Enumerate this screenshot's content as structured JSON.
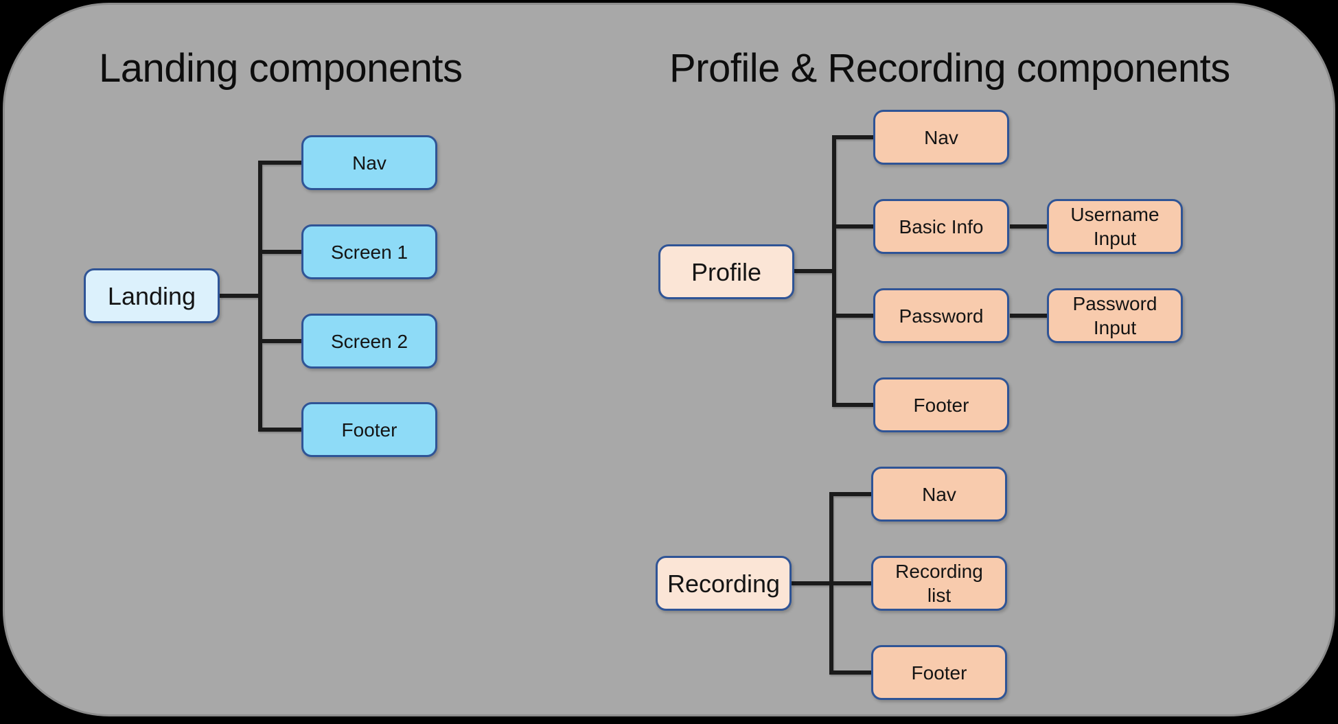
{
  "left": {
    "title": "Landing components",
    "root": "Landing",
    "children": [
      "Nav",
      "Screen 1",
      "Screen 2",
      "Footer"
    ]
  },
  "right": {
    "title": "Profile & Recording components",
    "profile": {
      "root": "Profile",
      "children": [
        "Nav",
        "Basic Info",
        "Password",
        "Footer"
      ],
      "grandchildren": [
        "Username Input",
        "Password Input"
      ]
    },
    "recording": {
      "root": "Recording",
      "children": [
        "Nav",
        "Recording list",
        "Footer"
      ]
    }
  },
  "colors": {
    "page_bg": "#000000",
    "panel_bg": "#a8a8a8",
    "panel_border": "#8d8d8d",
    "blue_root": "#dcf1fc",
    "blue_child": "#8edbf7",
    "peach_root": "#fbe5d6",
    "peach_child": "#f8cbad",
    "node_border": "#2f5496",
    "connector": "#1b1b1b",
    "node_text": "#141414",
    "title_text": "#0d0d0d"
  }
}
